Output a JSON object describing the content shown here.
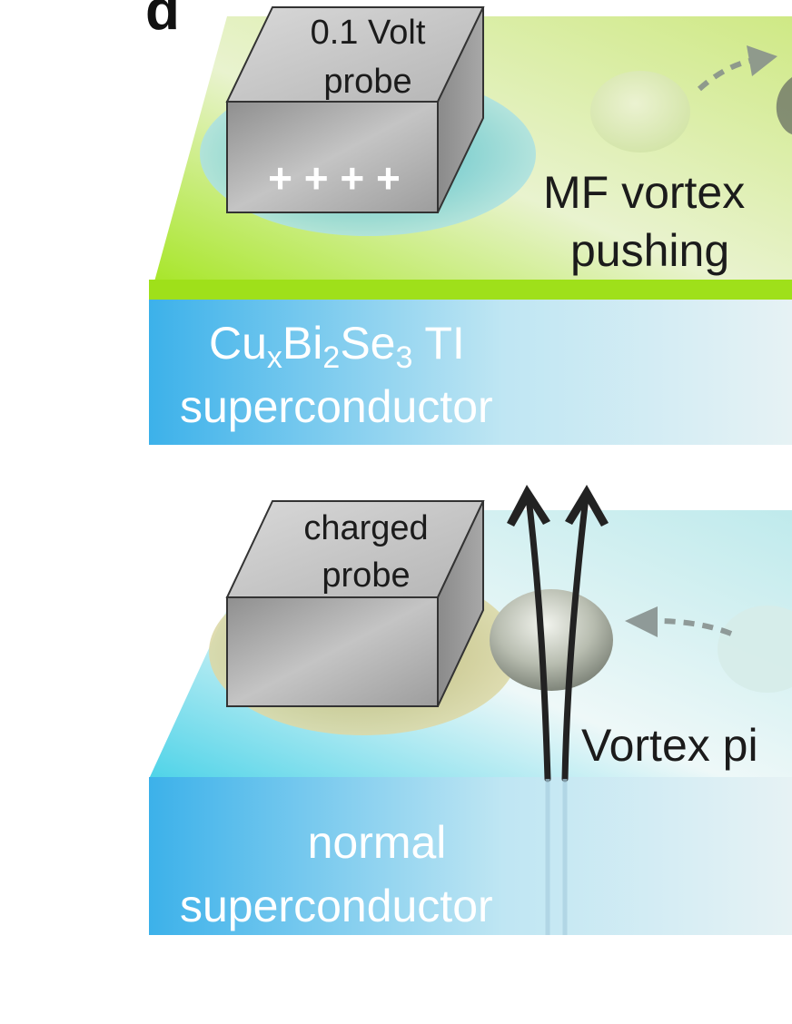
{
  "panel_letter": "d",
  "top_panel": {
    "probe_label_line1": "0.1 Volt",
    "probe_label_line2": "probe",
    "probe_charge": "+ + + +",
    "vortex_label_line1": "MF vortex",
    "vortex_label_line2": "pushing",
    "substrate_formula": {
      "p1": "Cu",
      "s1": "x",
      "p2": "Bi",
      "s2": "2",
      "p3": "Se",
      "s3": "3",
      "p4": " TI"
    },
    "substrate_label_line2": "superconductor"
  },
  "bottom_panel": {
    "probe_label_line1": "charged",
    "probe_label_line2": "probe",
    "vortex_label": "Vortex pi",
    "substrate_label_line1": "normal",
    "substrate_label_line2": "superconductor"
  },
  "colors": {
    "top_surface": "#c6e86a",
    "top_surface_edge": "#9fe01a",
    "substrate_blue": "#3fb3ec",
    "bottom_surface": "#7fe0e6",
    "probe_gray": "#9a9a9a"
  }
}
